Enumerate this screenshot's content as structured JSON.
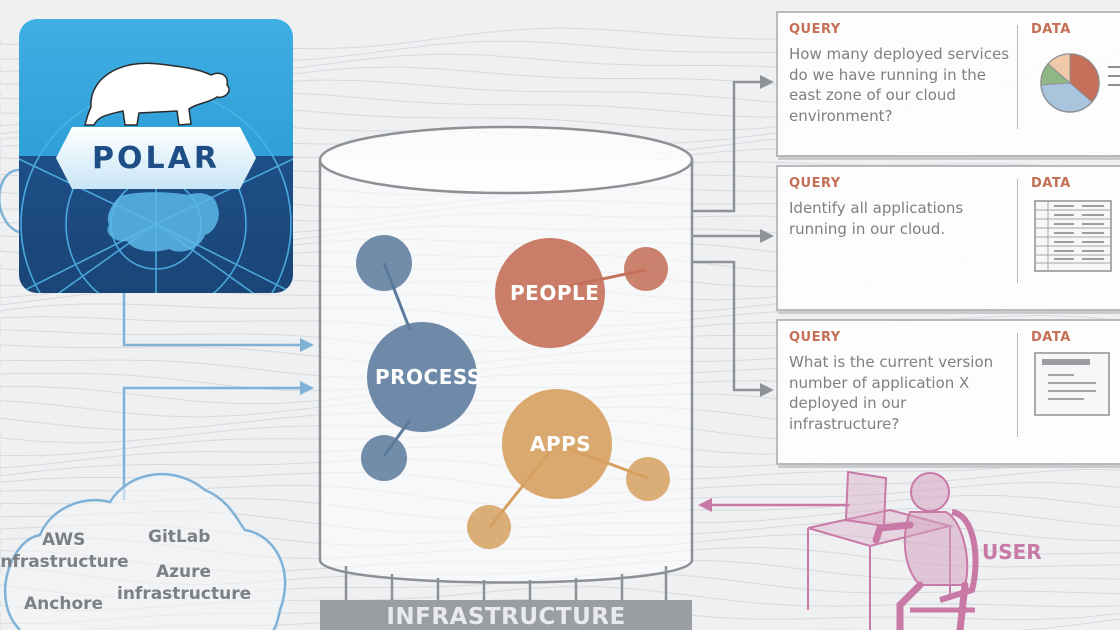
{
  "logo": {
    "text": "POLAR"
  },
  "database": {
    "nodes": [
      {
        "key": "process",
        "label": "PROCESS"
      },
      {
        "key": "people",
        "label": "PEOPLE"
      },
      {
        "key": "apps",
        "label": "APPS"
      }
    ],
    "base_label": "INFRASTRUCTURE"
  },
  "cloud": {
    "labels": [
      "AWS",
      "Infrastructure",
      "GitLab",
      "Azure",
      "infrastructure",
      "Anchore"
    ]
  },
  "cards": [
    {
      "query_label": "QUERY",
      "data_label": "DATA",
      "question": "How many deployed services do we have running in the east zone of our cloud environment?",
      "data_visual": "pie-chart-icon"
    },
    {
      "query_label": "QUERY",
      "data_label": "DATA",
      "question": "Identify all applications running in our cloud.",
      "data_visual": "table-icon"
    },
    {
      "query_label": "QUERY",
      "data_label": "DATA",
      "question": "What is the current version number of application X deployed in our infrastructure?",
      "data_visual": "document-icon"
    }
  ],
  "user": {
    "label": "USER"
  },
  "colors": {
    "process": "#5b7a9c",
    "people": "#c4705a",
    "apps": "#d6a060",
    "arrow_blue": "#7fb2d6",
    "arrow_gray": "#8f9296",
    "user_pink": "#c879a6",
    "query_label": "#c46e55"
  }
}
